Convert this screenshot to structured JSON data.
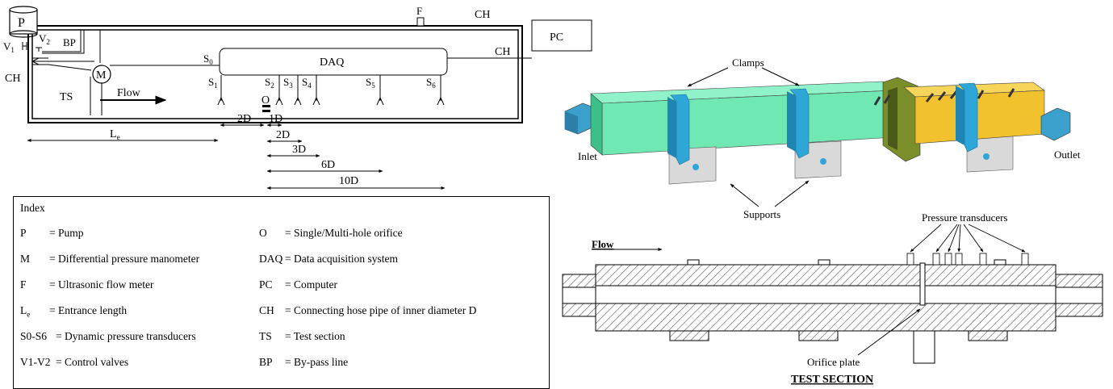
{
  "schematic": {
    "pump": "P",
    "v1": "V",
    "v1_sub": "1",
    "v2": "V",
    "v2_sub": "2",
    "bypass": "BP",
    "flow_meter": "F",
    "hose_top": "CH",
    "hose_left": "CH",
    "hose_right": "CH",
    "computer": "PC",
    "daq": "DAQ",
    "manometer": "M",
    "test_section": "TS",
    "flow": "Flow",
    "orifice": "O",
    "sensors": [
      {
        "label": "S",
        "sub": "0"
      },
      {
        "label": "S",
        "sub": "1"
      },
      {
        "label": "S",
        "sub": "2"
      },
      {
        "label": "S",
        "sub": "3"
      },
      {
        "label": "S",
        "sub": "4"
      },
      {
        "label": "S",
        "sub": "5"
      },
      {
        "label": "S",
        "sub": "6"
      }
    ],
    "dimensions": [
      "2D",
      "1D",
      "2D",
      "3D",
      "6D",
      "10D"
    ],
    "entrance_length": "L",
    "entrance_length_sub": "e"
  },
  "index": {
    "title": "Index",
    "left": [
      {
        "sym": "P",
        "sym_sub": "",
        "def": "= Pump"
      },
      {
        "sym": "M",
        "sym_sub": "",
        "def": "= Differential pressure manometer"
      },
      {
        "sym": "F",
        "sym_sub": "",
        "def": "= Ultrasonic flow meter"
      },
      {
        "sym": "L",
        "sym_sub": "e",
        "def": "= Entrance length"
      },
      {
        "sym": "S0-S6",
        "sym_sub": "",
        "def": "= Dynamic pressure transducers"
      },
      {
        "sym": "V1-V2",
        "sym_sub": "",
        "def": "= Control valves"
      }
    ],
    "right": [
      {
        "sym": "O",
        "def": "= Single/Multi-hole orifice"
      },
      {
        "sym": "DAQ",
        "def": "= Data acquisition system"
      },
      {
        "sym": "PC",
        "def": "= Computer"
      },
      {
        "sym": "CH",
        "def": "= Connecting hose pipe of inner diameter D"
      },
      {
        "sym": "TS",
        "def": "= Test section"
      },
      {
        "sym": "BP",
        "def": "= By-pass line"
      }
    ]
  },
  "render3d": {
    "clamps": "Clamps",
    "supports": "Supports",
    "inlet": "Inlet",
    "outlet": "Outlet"
  },
  "section": {
    "pressure_transducers": "Pressure transducers",
    "flow": "Flow",
    "orifice_plate": "Orifice plate",
    "title": "TEST SECTION"
  },
  "colors": {
    "pipe_body": "#6fe8b4",
    "pipe_dark": "#3cbf88",
    "clamp": "#2ea7d8",
    "support": "#d9d9d9",
    "outlet_body": "#f2c12e",
    "flange": "#7a8f2a",
    "hatch": "#555555"
  }
}
